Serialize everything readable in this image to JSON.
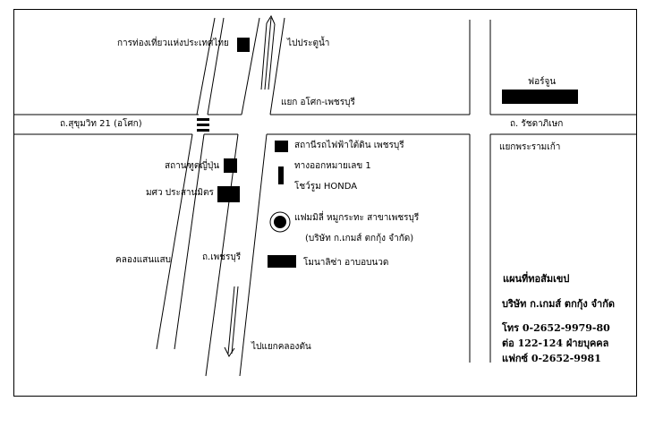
{
  "map": {
    "landmarks": {
      "tat": "การท่องเที่ยวแห่งประเทศไทย",
      "japan_embassy": "สถานฑูตญี่ปุ่น",
      "mahidol": "มศว ประสานมิตร",
      "mrt_station": "สถานีรถไฟฟ้าใต้ดิน เพชรบุรี",
      "exit_1": "ทางออกหมายเลข 1",
      "honda": "โชว์รูม HONDA",
      "company_main": "แฟมมิลี่ หมูกระทะ สาขาเพชรบุรี",
      "company_sub": "(บริษัท ก.เกมส์ ตกกุ้ง จำกัด)",
      "massage": "โมนาลิซ่า อาบอบนวด",
      "fortune": "ฟอร์จูน"
    },
    "roads": {
      "sukhumvit": "ถ.สุขุมวิท 21 (อโศก)",
      "ratchadaphisek": "ถ. รัชดาภิเษก",
      "petchaburi": "ถ.เพชรบุรี",
      "khlong_saen_saep": "คลองแสนแสบ",
      "to_pratunam": "ไปประตูน้ำ",
      "asoke_petch_junction": "แยก อโศก-เพชรบุรี",
      "rama9_junction": "แยกพระรามเก้า",
      "to_khlong_tan": "ไปแยกคลองตัน"
    },
    "info_box": {
      "title": "แผนที่ทอสัมเขป",
      "company": "บริษัท ก.เกมส์ ตกกุ้ง จำกัด",
      "phone": "โทร 0-2652-9979-80",
      "ext": "ต่อ 122-124 ฝ่ายบุคคล",
      "fax": "แฟกซ์ 0-2652-9981"
    }
  }
}
